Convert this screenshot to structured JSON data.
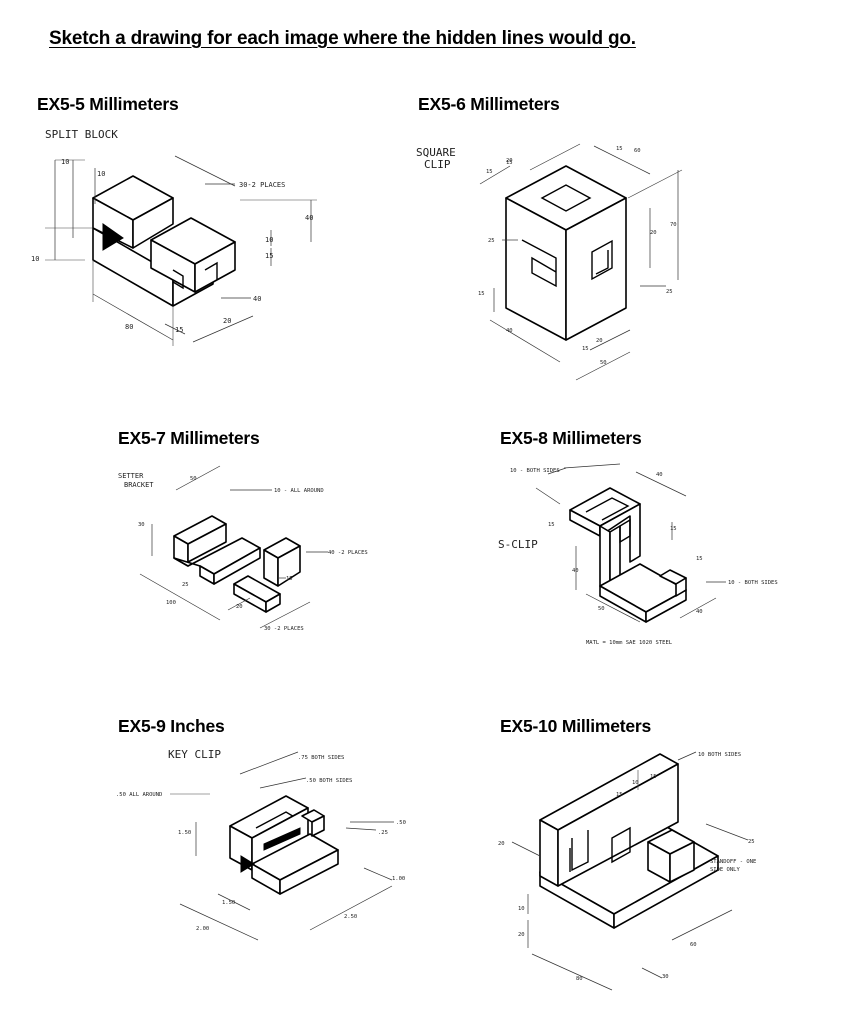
{
  "header": "Sketch a drawing for each image where the hidden lines would go.",
  "exercises": [
    {
      "title": "EX5-5 Millimeters",
      "part_name": "SPLIT BLOCK",
      "dims": [
        "10",
        "10",
        "30-2 PLACES",
        "40",
        "10",
        "15",
        "10",
        "40",
        "20",
        "15",
        "80"
      ]
    },
    {
      "title": "EX5-6 Millimeters",
      "part_name": [
        "SQUARE",
        "CLIP"
      ],
      "dims": [
        "15",
        "15",
        "60",
        "20",
        "15",
        "70",
        "20",
        "25",
        "25",
        "15",
        "40",
        "20",
        "15",
        "50"
      ]
    },
    {
      "title": "EX5-7 Millimeters",
      "part_name": [
        "SETTER",
        "BRACKET"
      ],
      "dims": [
        "50",
        "10 - ALL AROUND",
        "30",
        "40 -2 PLACES",
        "25",
        "15",
        "100",
        "20",
        "30 -2 PLACES"
      ]
    },
    {
      "title": "EX5-8 Millimeters",
      "part_name": "S-CLIP",
      "dims": [
        "10 - BOTH SIDES",
        "40",
        "15",
        "15",
        "15",
        "40",
        "10 - BOTH SIDES",
        "50",
        "40"
      ],
      "note": "MATL = 10mm SAE 1020 STEEL"
    },
    {
      "title": "EX5-9 Inches",
      "part_name": "KEY CLIP",
      "dims": [
        ".75 BOTH SIDES",
        ".50 BOTH SIDES",
        ".50 ALL AROUND",
        ".50",
        ".25",
        "1.50",
        "1.00",
        "1.50",
        "2.50",
        "2.00"
      ]
    },
    {
      "title": "EX5-10 Millimeters",
      "dims": [
        "10 BOTH SIDES",
        "15",
        "10",
        "15",
        "25",
        "20",
        "10",
        "20",
        "60",
        "80",
        "30"
      ],
      "note": [
        "STANDOFF - ONE",
        "SIDE ONLY"
      ]
    }
  ]
}
